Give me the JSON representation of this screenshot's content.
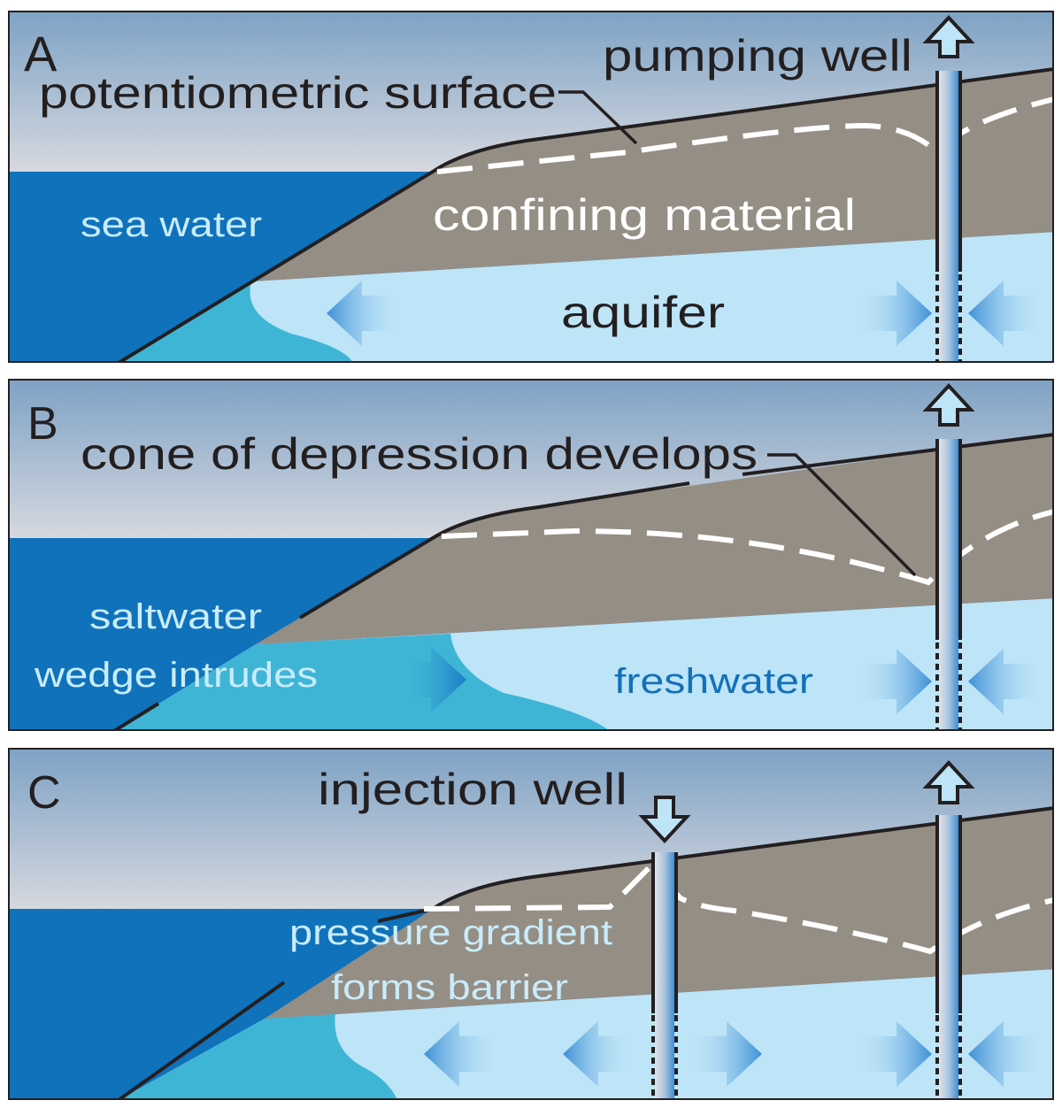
{
  "title": "Saltwater intrusion in a coastal confined aquifer",
  "colors": {
    "sky_top": "#7fa3c6",
    "sky_bottom": "#d4d7de",
    "sea_water": "#0f72bb",
    "salt_wedge": "#3fb5d6",
    "confining": "#958e85",
    "aquifer": "#bde4f7",
    "outline": "#231f20",
    "arrow_blue": "#3d8fd6",
    "label_light": "#c9ecfb",
    "label_dark_blue": "#1370b9"
  },
  "panels": [
    {
      "letter": "A",
      "labels": {
        "surface": "potentiometric surface",
        "well": "pumping well",
        "sea": "sea water",
        "confining": "confining material",
        "aquifer": "aquifer"
      }
    },
    {
      "letter": "B",
      "labels": {
        "cone": "cone of depression develops",
        "wedge_line1": "saltwater",
        "wedge_line2": "wedge intrudes",
        "fresh": "freshwater"
      }
    },
    {
      "letter": "C",
      "labels": {
        "injection": "injection well",
        "barrier_line1": "pressure gradient",
        "barrier_line2": "forms barrier"
      }
    }
  ]
}
